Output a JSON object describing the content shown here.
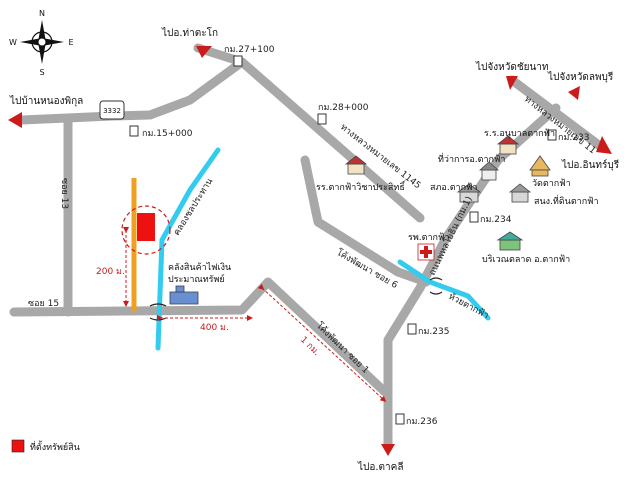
{
  "compass": {
    "n": "N",
    "s": "S",
    "e": "E",
    "w": "W"
  },
  "directions": {
    "tha_tako": "ไปอ.ท่าตะโก",
    "ban_nong_phikun": "ไปบ้านหนองพิกุล",
    "chainat": "ไปจังหวัดชัยนาท",
    "lopburi": "ไปจังหวัดลพบุรี",
    "inburi": "ไปอ.อินทร์บุรี",
    "takhli": "ไปอ.ตาคลี"
  },
  "km_markers": [
    "กม.27+100",
    "กม.15+000",
    "กม.28+000",
    "กม.233",
    "กม.234",
    "กม.235",
    "กม.236"
  ],
  "roads": {
    "hwy_3332": "3332",
    "hwy_1145": "ทางหลวงหมายเลข 1145",
    "hwy_11": "ทางหลวงหมายเลข 11",
    "phahon_road": "ถนนพหลโยธิน (กม.1)",
    "khlong_prathan": "คลองชลประทาน",
    "soi_13": "ซอย 13",
    "soi_15": "ซอย 15",
    "soi_phatthana_6": "โค้งพัฒนา ซอย 6",
    "soi_phatthana_1": "โค้งพัฒนา ซอย 1",
    "huai_takfa": "ห้วยตากฟ้า"
  },
  "places": {
    "school_witthaya": "รร.ตากฟ้าวิชาประสิทธิ์",
    "school_anuban": "ร.ร.อนุบาลตากฟ้า",
    "district_office": "ที่ว่าการอ.ตากฟ้า",
    "police": "สภอ.ตากฟ้า",
    "temple": "วัดตากฟ้า",
    "land_office": "สนง.ที่ดินตากฟ้า",
    "hospital": "รพ.ตากฟ้า",
    "market": "บริเวณตลาด อ.ตากฟ้า",
    "warehouse": "คลังสินค้าไฟเงิน",
    "warehouse_sub": "ประมาณทรัพย์"
  },
  "distances": {
    "d200": "200 ม.",
    "d400": "400 ม.",
    "d1km": "1 กม."
  },
  "legend": {
    "label": "ที่ตั้งทรัพย์สิน"
  },
  "colors": {
    "road": "#a8a8a8",
    "canal": "#33ccee",
    "property": "#ee1111",
    "access_road": "#f0a020",
    "arrow": "#cc1b1b"
  }
}
